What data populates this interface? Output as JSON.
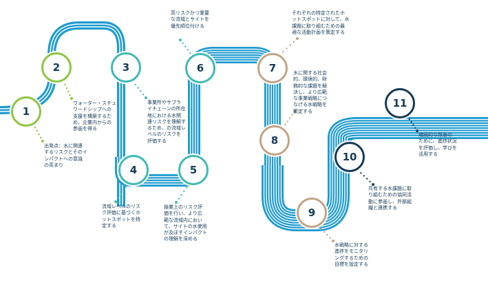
{
  "colors": {
    "lime": "#8cc63f",
    "teal": "#3fb9b5",
    "blue": "#1e9bcf",
    "sand": "#c2a386",
    "navy": "#143a57",
    "ink": "#143a57"
  },
  "steps": [
    {
      "number": "1",
      "color": "lime",
      "text": "出発点：水に関連\nするリスクとそのイ\nンパクトへの意識\nの高まり"
    },
    {
      "number": "2",
      "color": "lime",
      "text": "ウォーター・スチュ\nワードシップへの\n支援を構築するた\nめ、企業内からの\n参画を得る"
    },
    {
      "number": "3",
      "color": "teal",
      "text": "事業所やサプラ\nイチェーンの所在\n地における水関\n連リスクを理解す\nるため、の流域レ\nベルのリスクを\n評価する"
    },
    {
      "number": "4",
      "color": "teal",
      "text": "流域レベルのリス\nク評価に基づくホ\nットスポットを特\n定する"
    },
    {
      "number": "5",
      "color": "teal",
      "text": "操業上のリスク評\n価を行い、より広\n範な流域内におい\nて、サイトの水使用\nが及ぼすインパクト\nの理解を深める"
    },
    {
      "number": "6",
      "color": "teal",
      "text": "高リスクかつ重要\nな流域とサイトを\n優先順位付ける"
    },
    {
      "number": "7",
      "color": "sand",
      "text": "それぞれの特定されたホ\nットスポットに対して、水\n課題に取り組むための最\n適な活動計画を策定する"
    },
    {
      "number": "8",
      "color": "sand",
      "text": "水に関する社会\n的、環境的、財\n務的な課題を解\n決し、より広範\nな事業戦略につ\nなげる水戦略を\n策定する"
    },
    {
      "number": "9",
      "color": "sand",
      "text": "水戦略に対する\n進捗をモニタリ\nングするための\n目標を設定する"
    },
    {
      "number": "10",
      "color": "navy",
      "text": "共有する水課題に取\nり組むための協同活\n動に参画し、外部組\n織と連携する"
    },
    {
      "number": "11",
      "color": "navy",
      "text": "継続的な改善の\nために、進捗状況\nを評価し、学びを\n活用する"
    }
  ]
}
